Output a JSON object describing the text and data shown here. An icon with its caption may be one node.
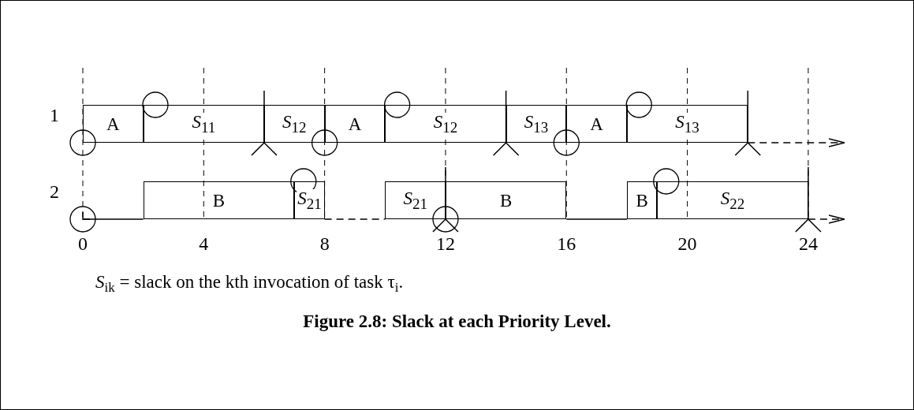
{
  "diagram": {
    "caption": "Figure 2.8: Slack at each Priority Level.",
    "nodes": [
      {
        "text": [
          "A"
        ]
      },
      {
        "text": [
          "*S*$_{11}$"
        ]
      },
      {
        "text": [
          "*S*$_{12}$"
        ]
      },
      {
        "text": [
          "A"
        ]
      },
      {
        "text": [
          "*S*$_{12}$"
        ]
      },
      {
        "text": [
          "*S*$_{13}$"
        ]
      },
      {
        "text": [
          "A"
        ]
      },
      {
        "text": [
          "*S*$_{13}$"
        ]
      },
      {
        "text": [
          "B"
        ]
      },
      {
        "text": [
          "*S*$_{21}$"
        ]
      },
      {
        "text": [
          "*S*$_{21}$"
        ]
      },
      {
        "text": [
          "B"
        ]
      },
      {
        "text": [
          "B"
        ]
      },
      {
        "text": [
          "*S*$_{22}$"
        ]
      }
    ],
    "edges": [
      {
        "from": 7,
        "to": null,
        "arrow": "to",
        "style": "dashed"
      },
      {
        "from": 9,
        "to": 10,
        "arrow": "none",
        "style": "dashed"
      },
      {
        "from": 11,
        "to": 12,
        "arrow": "none"
      },
      {
        "from": 13,
        "to": null,
        "arrow": "to",
        "style": "dashed"
      }
    ],
    "labels": [
      "1",
      "2",
      "0",
      "4",
      "8",
      "12",
      "16",
      "20",
      "24",
      "*S*$_{ik}$ = slack on the kth invocation of task τ$_{i}$."
    ]
  }
}
